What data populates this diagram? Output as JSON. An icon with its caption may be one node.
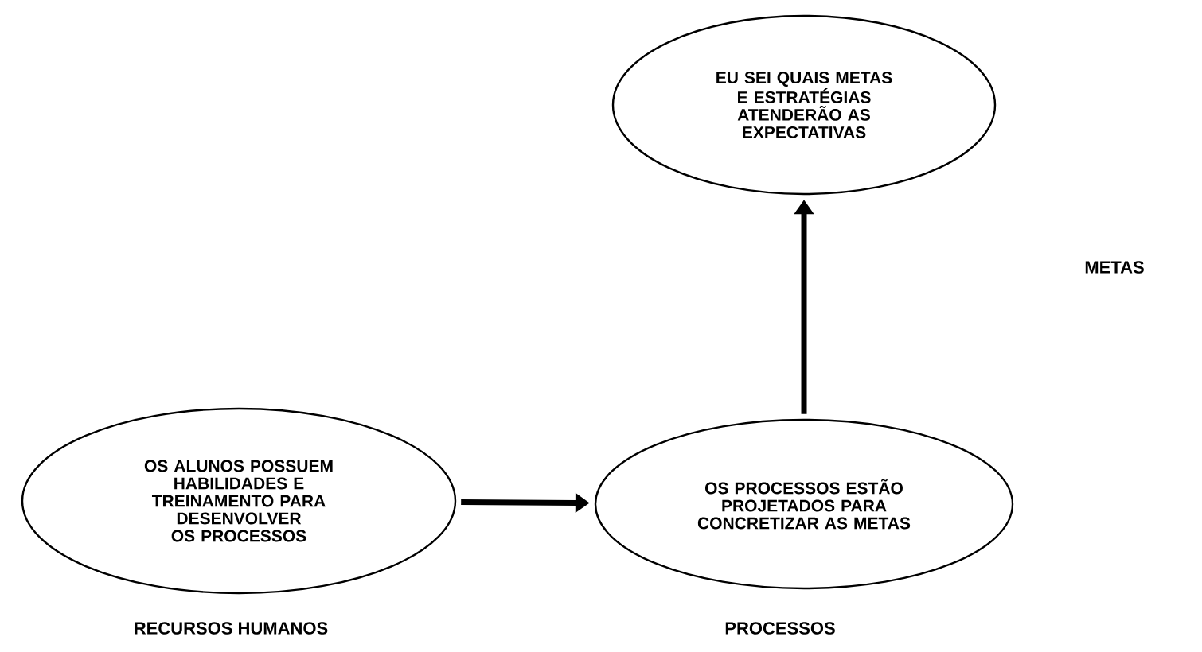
{
  "diagram": {
    "nodes": [
      {
        "text": [
          "EU SEI QUAIS METAS E ESTRATÉGIAS ATENDERÃO AS EXPECTATIVAS"
        ]
      },
      {
        "text": [
          "OS ALUNOS POSSUEM HABILIDADES E TREINAMENTO PARA DESENVOLVER OS PROCESSOS"
        ],
        "beside": [
          "RECURSOS HUMANOS"
        ]
      },
      {
        "text": [
          "OS PROCESSOS ESTÃO PROJETADOS PARA CONCRETIZAR AS METAS"
        ],
        "beside": [
          "PROCESSOS"
        ]
      }
    ],
    "edges": [
      {
        "from": 1,
        "to": 2,
        "arrow": "to"
      },
      {
        "from": 2,
        "to": 0,
        "arrow": "to"
      }
    ],
    "labels": [
      "METAS"
    ]
  }
}
